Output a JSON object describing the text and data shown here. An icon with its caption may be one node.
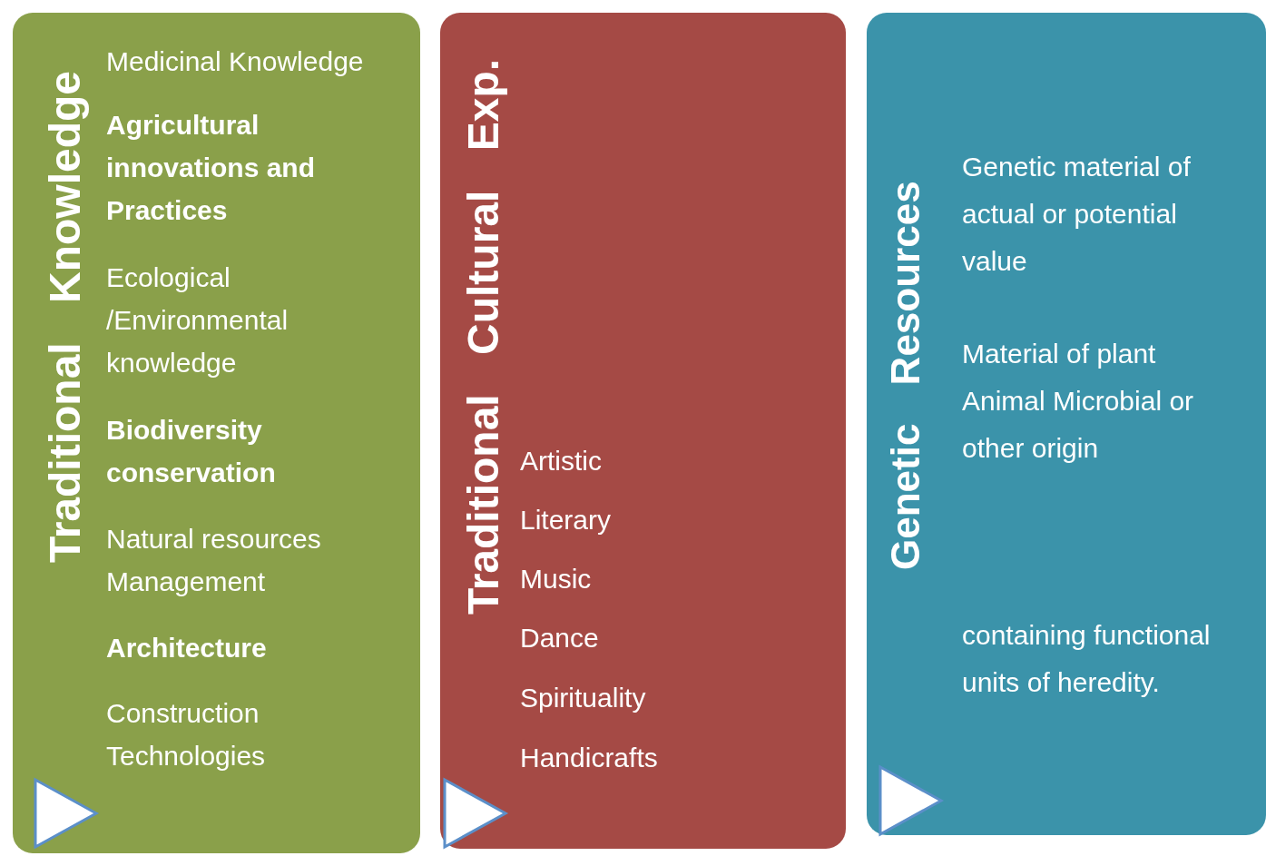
{
  "diagram": {
    "nodes": [
      {
        "text": [
          "Traditional Knowledge",
          "Medicinal Knowledge",
          "Agricultural innovations and Practices",
          "Ecological /Environmental knowledge",
          "Biodiversity conservation",
          "Natural resources Management",
          "Architecture",
          "Construction Technologies"
        ]
      },
      {
        "text": [
          "Traditional Cultural Exp.",
          "Artistic",
          "Literary",
          "Music",
          "Dance",
          "Spirituality",
          "Handicrafts"
        ]
      },
      {
        "text": [
          "Genetic Resources",
          "Genetic material of actual or potential value",
          "Material of plant Animal Microbial or other origin",
          "containing functional units of heredity."
        ]
      }
    ]
  }
}
